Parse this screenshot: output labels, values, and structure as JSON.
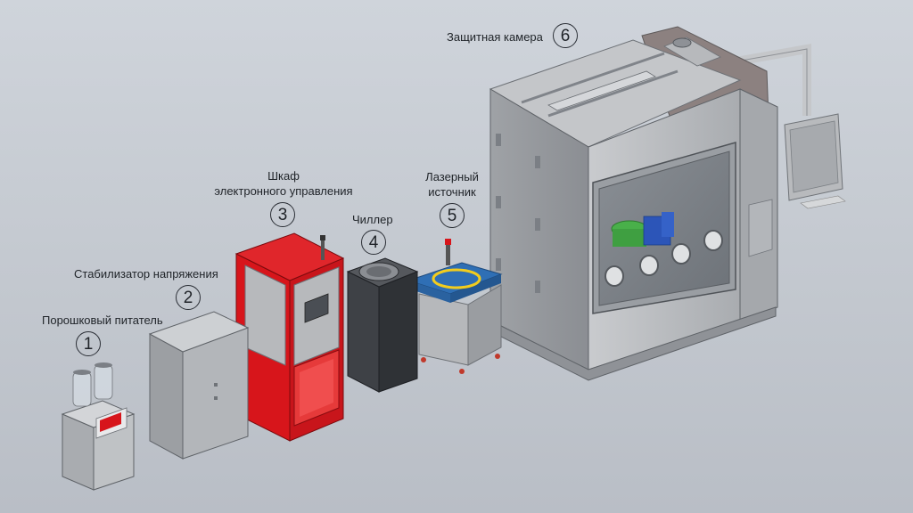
{
  "labels": {
    "powder_feeder": "Порошковый питатель",
    "voltage_stabilizer": "Стабилизатор напряжения",
    "control_cabinet_line1": "Шкаф",
    "control_cabinet_line2": "электронного управления",
    "chiller": "Чиллер",
    "laser_source_line1": "Лазерный",
    "laser_source_line2": "источник",
    "protective_chamber": "Защитная камера"
  },
  "numbers": {
    "n1": "1",
    "n2": "2",
    "n3": "3",
    "n4": "4",
    "n5": "5",
    "n6": "6"
  },
  "colors": {
    "cabinet_red": "#d7151b",
    "laser_blue": "#2f6fb5",
    "fixture_green": "#49b04a",
    "fixture_blue": "#2c55b8",
    "steel": "#b9bcc0"
  }
}
